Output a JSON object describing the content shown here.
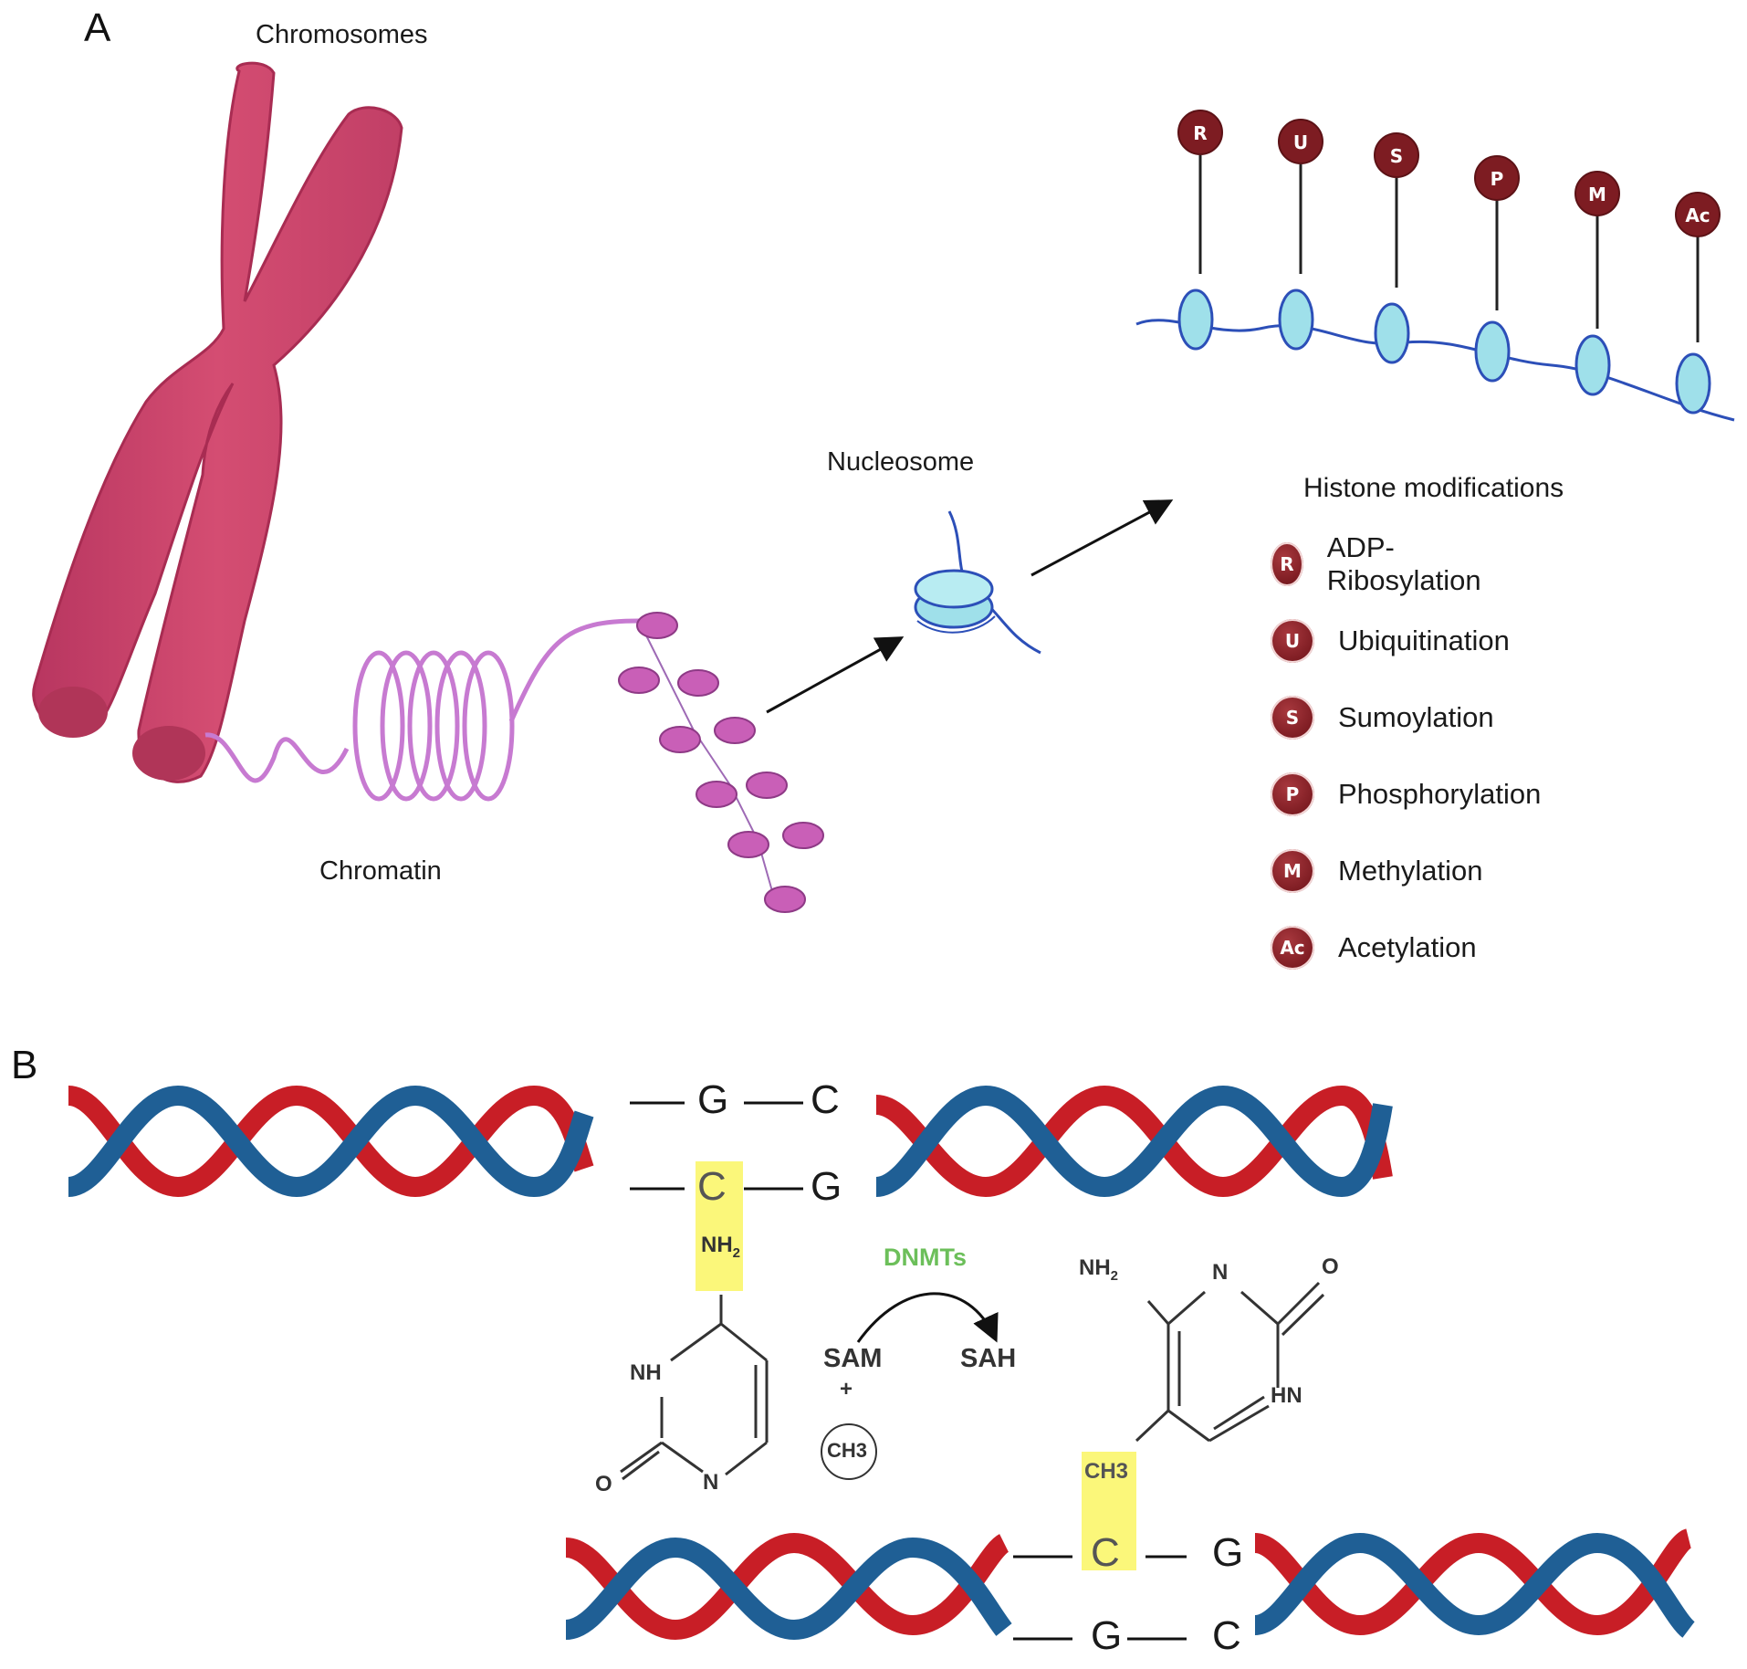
{
  "panel_a": {
    "letter": "A",
    "chromosomes_label": "Chromosomes",
    "chromatin_label": "Chromatin",
    "nucleosome_label": "Nucleosome",
    "histone_title": "Histone modifications",
    "top_badges": [
      "R",
      "U",
      "S",
      "P",
      "M",
      "Ac"
    ],
    "legend": [
      {
        "badge": "R",
        "text": "ADP-Ribosylation"
      },
      {
        "badge": "U",
        "text": "Ubiquitination"
      },
      {
        "badge": "S",
        "text": "Sumoylation"
      },
      {
        "badge": "P",
        "text": "Phosphorylation"
      },
      {
        "badge": "M",
        "text": "Methylation"
      },
      {
        "badge": "Ac",
        "text": "Acetylation"
      }
    ],
    "colors": {
      "chromosome": "#d44d72",
      "chromatin": "#c77ad1",
      "nucleosome": "#9fe0ea",
      "dna_strand": "#2c4fb8",
      "badge": "#7d1c22"
    }
  },
  "panel_b": {
    "letter": "B",
    "top_pair": {
      "row1": [
        "G",
        "C"
      ],
      "row2": [
        "C",
        "G"
      ]
    },
    "bottom_pair": {
      "row1": [
        "C",
        "G"
      ],
      "row2": [
        "G",
        "C"
      ]
    },
    "nh2_label": "NH",
    "nh2_sub": "2",
    "cytosine_atoms": {
      "nh": "NH",
      "o": "O",
      "n": "N"
    },
    "enzyme": "DNMTs",
    "sam": "SAM",
    "plus": "+",
    "ch3_circle": "CH3",
    "sah": "SAH",
    "methyl_atoms": {
      "nh2": "NH",
      "nh2_sub": "2",
      "n": "N",
      "o": "O",
      "hn": "HN"
    },
    "ch3_highlight": "CH3",
    "colors": {
      "helix_red": "#c81e26",
      "helix_blue": "#1f5f95",
      "highlight": "#fbf77a",
      "enzyme": "#6cbf5a"
    }
  }
}
